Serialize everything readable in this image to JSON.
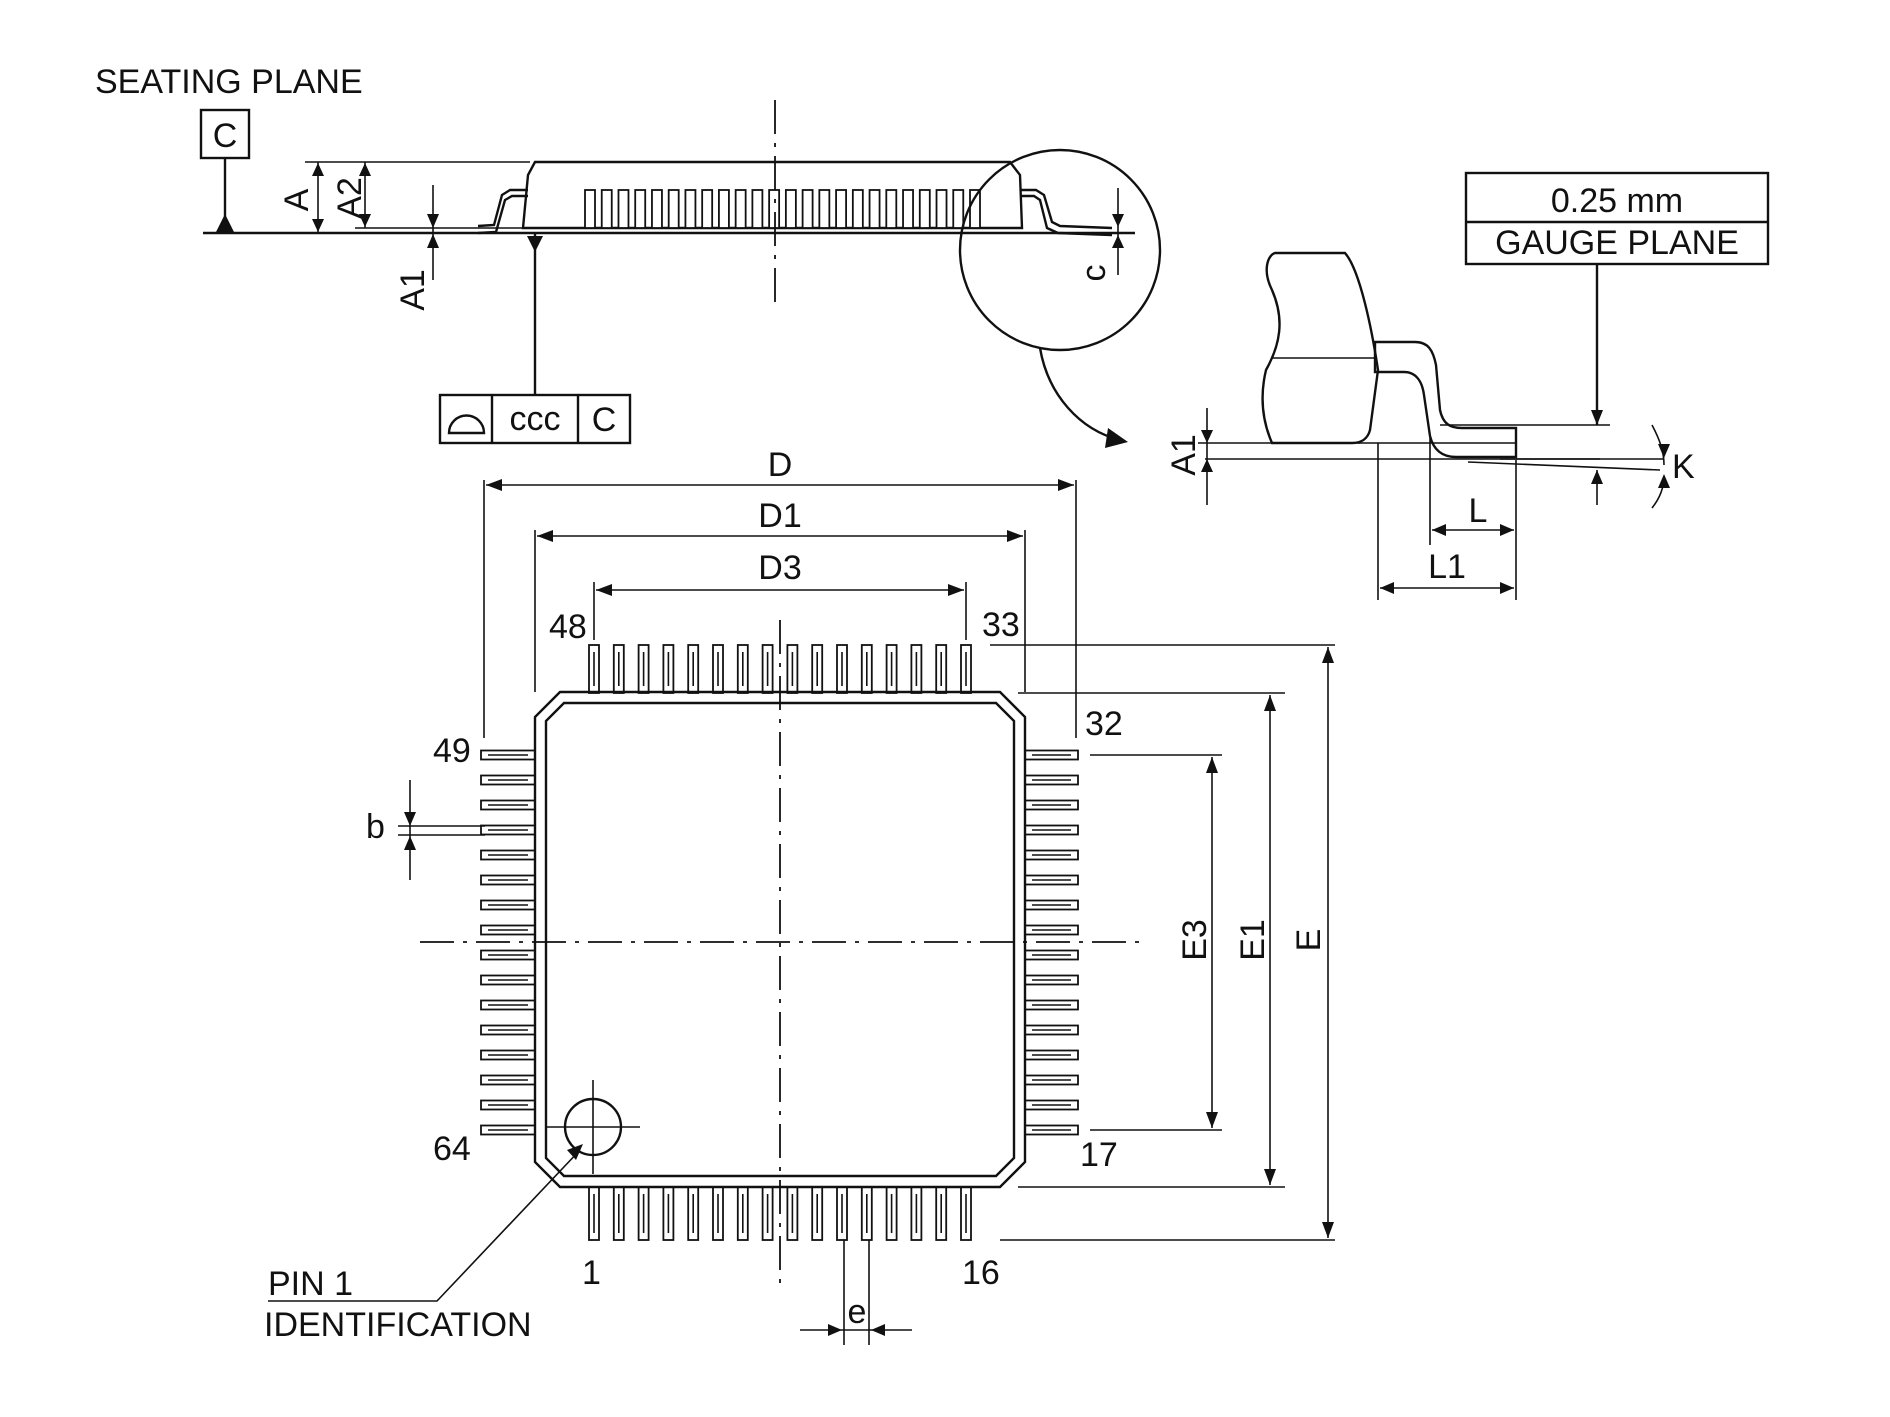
{
  "labels": {
    "seating_plane": "SEATING PLANE",
    "datum_c": "C",
    "dim_A": "A",
    "dim_A2": "A2",
    "dim_A1": "A1",
    "dim_c": "c",
    "tol_ccc": "ccc",
    "tol_datum": "C",
    "gauge_value": "0.25 mm",
    "gauge_plane": "GAUGE PLANE",
    "detail_A1": "A1",
    "dim_K": "K",
    "dim_L": "L",
    "dim_L1": "L1",
    "dim_D": "D",
    "dim_D1": "D1",
    "dim_D3": "D3",
    "dim_E": "E",
    "dim_E1": "E1",
    "dim_E3": "E3",
    "dim_b": "b",
    "dim_e": "e",
    "pin_1_line1": "PIN 1",
    "pin_1_line2": "IDENTIFICATION"
  },
  "pins": {
    "top_left": "48",
    "top_right": "33",
    "right_top": "32",
    "left_top": "49",
    "left_bottom": "64",
    "right_bottom": "17",
    "bottom_left": "1",
    "bottom_right": "16",
    "per_side": 16
  }
}
